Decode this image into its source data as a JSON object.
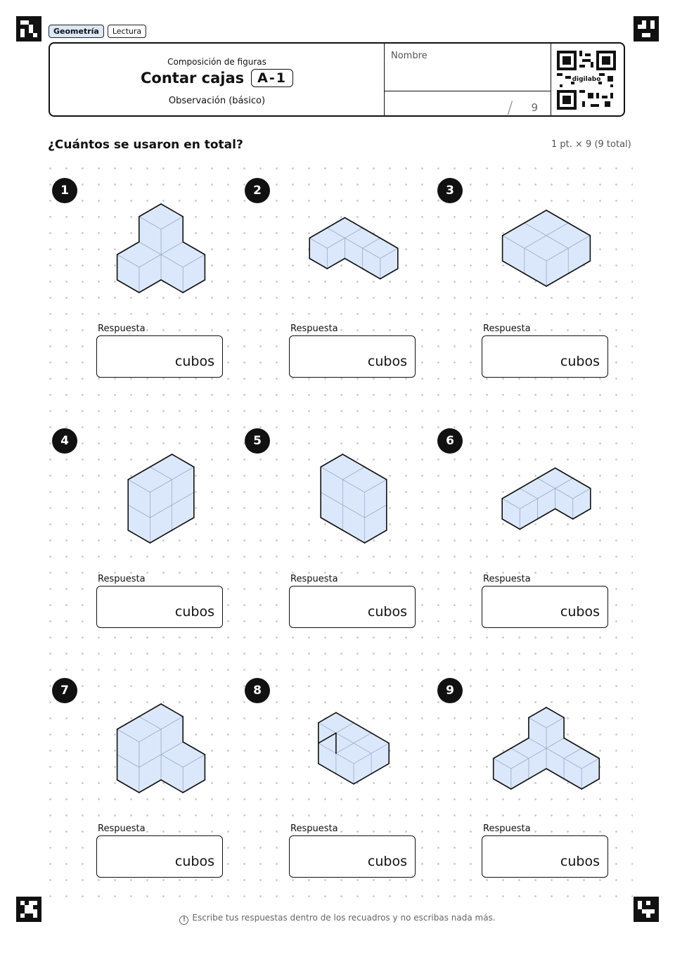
{
  "tags": [
    {
      "label": "Geometría",
      "active": true
    },
    {
      "label": "Lectura",
      "active": false
    }
  ],
  "header": {
    "subtitle": "Composición de figuras",
    "title": "Contar cajas",
    "code": "A-1",
    "level": "Observación (básico)",
    "name_label": "Nombre",
    "score_slash": "/",
    "score_total": "9",
    "qr_text": "digilabo"
  },
  "question": "¿Cuántos se usaron en total?",
  "points": "1 pt. × 9 (9 total)",
  "problems": [
    {
      "number": "1",
      "response_label": "Respuesta",
      "unit": "cubos"
    },
    {
      "number": "2",
      "response_label": "Respuesta",
      "unit": "cubos"
    },
    {
      "number": "3",
      "response_label": "Respuesta",
      "unit": "cubos"
    },
    {
      "number": "4",
      "response_label": "Respuesta",
      "unit": "cubos"
    },
    {
      "number": "5",
      "response_label": "Respuesta",
      "unit": "cubos"
    },
    {
      "number": "6",
      "response_label": "Respuesta",
      "unit": "cubos"
    },
    {
      "number": "7",
      "response_label": "Respuesta",
      "unit": "cubos"
    },
    {
      "number": "8",
      "response_label": "Respuesta",
      "unit": "cubos"
    },
    {
      "number": "9",
      "response_label": "Respuesta",
      "unit": "cubos"
    }
  ],
  "footer": "Escribe tus respuestas dentro de los recuadros y no escribas nada más.",
  "colors": {
    "cube_fill": "#dbe8fb",
    "tag_active": "#dbe8fb",
    "ink": "#111111"
  },
  "icons": {
    "footer": "info-circle-icon",
    "markers": "fiducial-marker-icon",
    "qr": "qr-code-icon"
  }
}
